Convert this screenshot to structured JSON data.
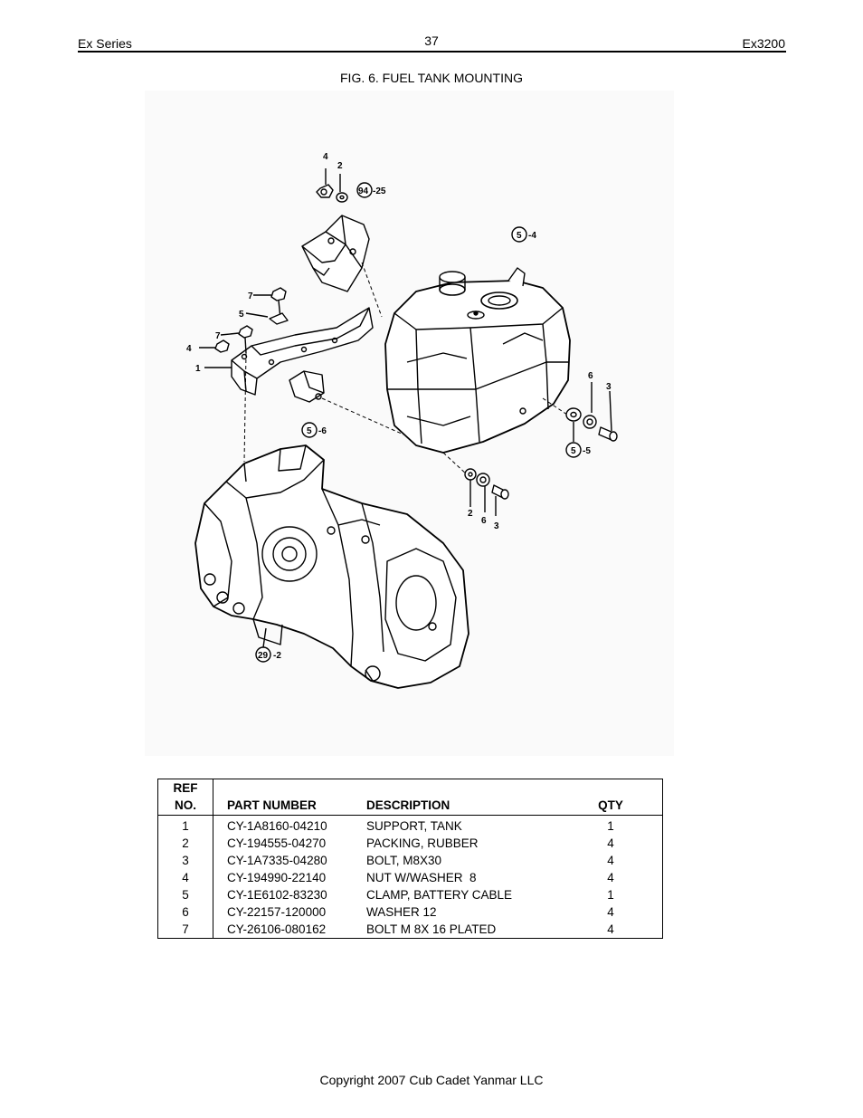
{
  "header": {
    "left": "Ex Series",
    "page_number": "37",
    "right": "Ex3200"
  },
  "figure_title": "FIG. 6. FUEL TANK MOUNTING",
  "diagram_callouts": {
    "c4a": "4",
    "c2a": "2",
    "c94": "94",
    "c94s": "-25",
    "c5a": "5",
    "c5as": "-4",
    "c7a": "7",
    "c5b": "5",
    "c7b": "7",
    "c4b": "4",
    "c1": "1",
    "c5c": "5",
    "c5cs": "-6",
    "c6a": "6",
    "c3a": "3",
    "c5d": "5",
    "c5ds": "-5",
    "c2b": "2",
    "c6b": "6",
    "c3b": "3",
    "c29": "29",
    "c29s": "-2"
  },
  "parts_table": {
    "headers": {
      "ref_top": "REF",
      "ref_bottom": "NO.",
      "part_number": "PART NUMBER",
      "description": "DESCRIPTION",
      "qty": "QTY"
    },
    "rows": [
      {
        "ref": "1",
        "part_number": "CY-1A8160-04210",
        "description": "SUPPORT, TANK",
        "qty": "1"
      },
      {
        "ref": "2",
        "part_number": "CY-194555-04270",
        "description": "PACKING, RUBBER",
        "qty": "4"
      },
      {
        "ref": "3",
        "part_number": "CY-1A7335-04280",
        "description": "BOLT, M8X30",
        "qty": "4"
      },
      {
        "ref": "4",
        "part_number": "CY-194990-22140",
        "description": "NUT W/WASHER  8",
        "qty": "4"
      },
      {
        "ref": "5",
        "part_number": "CY-1E6102-83230",
        "description": "CLAMP, BATTERY CABLE",
        "qty": "1"
      },
      {
        "ref": "6",
        "part_number": "CY-22157-120000",
        "description": "WASHER 12",
        "qty": "4"
      },
      {
        "ref": "7",
        "part_number": "CY-26106-080162",
        "description": "BOLT M 8X 16 PLATED",
        "qty": "4"
      }
    ]
  },
  "footer": "Copyright 2007 Cub Cadet Yanmar LLC"
}
